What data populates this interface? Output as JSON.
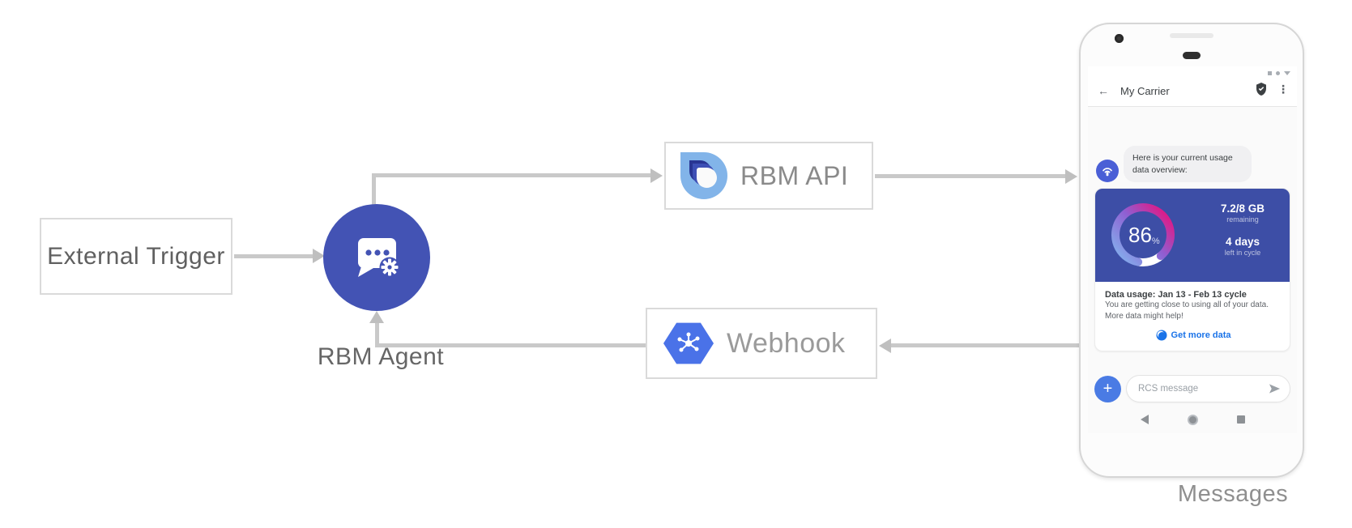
{
  "diagram": {
    "external_trigger_label": "External Trigger",
    "rbm_agent_label": "RBM Agent",
    "rbm_api_label": "RBM API",
    "webhook_label": "Webhook",
    "phone_caption": "Messages"
  },
  "phone": {
    "header": {
      "back_icon": "←",
      "title": "My Carrier",
      "menu_icon": "⋮"
    },
    "chat": {
      "bubble_line1": "Here is your current usage",
      "bubble_line2": "data overview:"
    },
    "usage_card": {
      "percent_value": "86",
      "percent_unit": "%",
      "remaining_value": "7.2/8 GB",
      "remaining_label": "remaining",
      "days_value": "4 days",
      "days_label": "left in cycle",
      "title": "Data usage: Jan 13 - Feb 13 cycle",
      "body_line1": "You are getting close to using all of your data.",
      "body_line2": "More data might help!",
      "action_label": "Get more data"
    },
    "composer": {
      "plus_icon": "+",
      "placeholder": "RCS message"
    }
  },
  "icons": {
    "agent": "chat-bubble-gear",
    "rbm_api": "messages-teardrop-logo",
    "webhook": "cloud-hexagon-hub",
    "avatar": "wifi-router",
    "badge": "verified-shield",
    "action": "globe",
    "send": "send-plane",
    "status": [
      "square",
      "dot",
      "triangle-down"
    ],
    "nav": [
      "back-triangle",
      "home-circle",
      "recents-square"
    ]
  },
  "colors": {
    "agent_blue": "#4353b4",
    "card_indigo": "#3d4ea6",
    "link_blue": "#1a73e8",
    "hexagon_blue": "#4a72e8",
    "arrow_gray": "#c9c9c9",
    "gauge_gradient": [
      "#82b7ef",
      "#8f5fd2",
      "#e6137f"
    ]
  }
}
